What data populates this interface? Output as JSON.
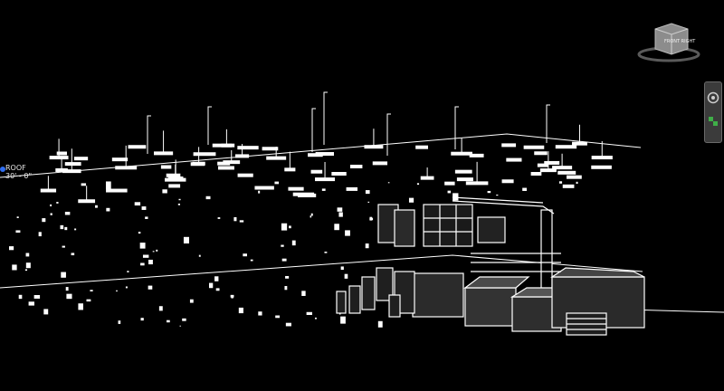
{
  "level": {
    "name": "ROOF",
    "elevation": "30' - 0\""
  },
  "viewcube": {
    "face_label": "FRONT RIGHT",
    "icon": "viewcube-icon"
  },
  "navbar": {
    "icons": [
      "steering-wheel-icon",
      "zoom-region-icon"
    ]
  },
  "colors": {
    "background": "#000000",
    "linework": "#ffffff",
    "shade": "#2a2a2a",
    "level_head": "#2f6df0"
  }
}
